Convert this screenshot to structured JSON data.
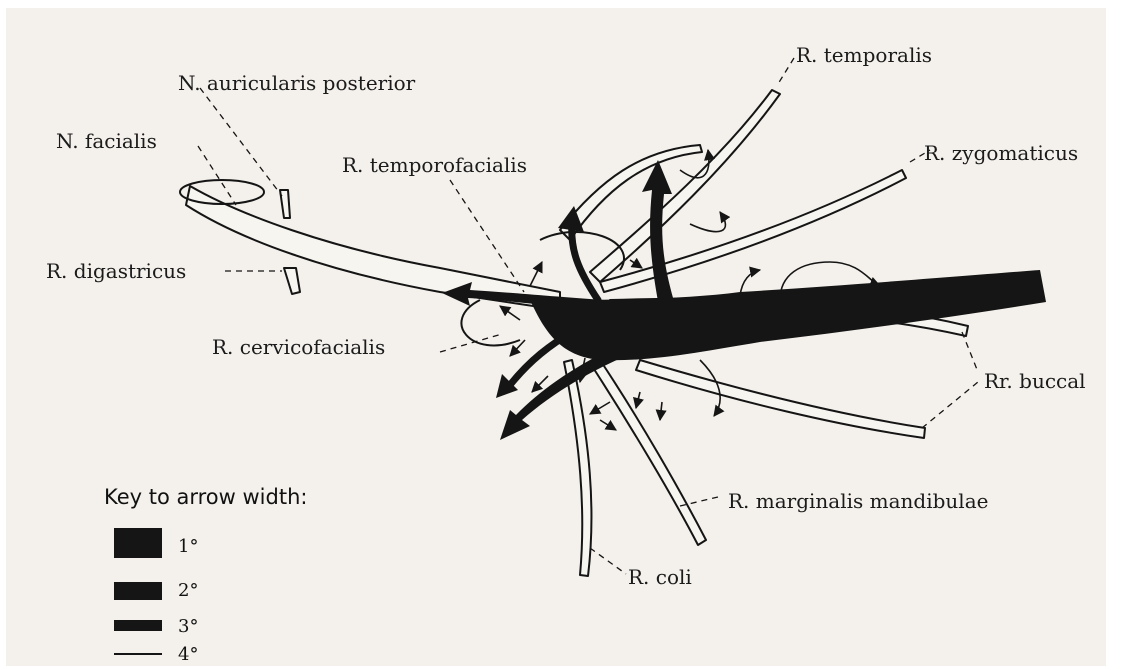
{
  "labels": {
    "n_auricularis_posterior": "N. auricularis posterior",
    "n_facialis": "N. facialis",
    "r_temporofacialis": "R. temporofacialis",
    "r_digastricus": "R. digastricus",
    "r_cervicofacialis": "R. cervicofacialis",
    "r_temporalis": "R. temporalis",
    "r_zygomaticus": "R. zygomaticus",
    "rr_buccal": "Rr. buccal",
    "r_marginalis_mandibulae": "R. marginalis mandibulae",
    "r_coli": "R. coli"
  },
  "key": {
    "title": "Key to arrow width:",
    "items": [
      {
        "label": "1°",
        "order": 1
      },
      {
        "label": "2°",
        "order": 2
      },
      {
        "label": "3°",
        "order": 3
      },
      {
        "label": "4°",
        "order": 4
      }
    ]
  },
  "colors": {
    "ink": "#151515",
    "nerve_fill": "#f7f5f0",
    "background": "#f4f1ec"
  }
}
